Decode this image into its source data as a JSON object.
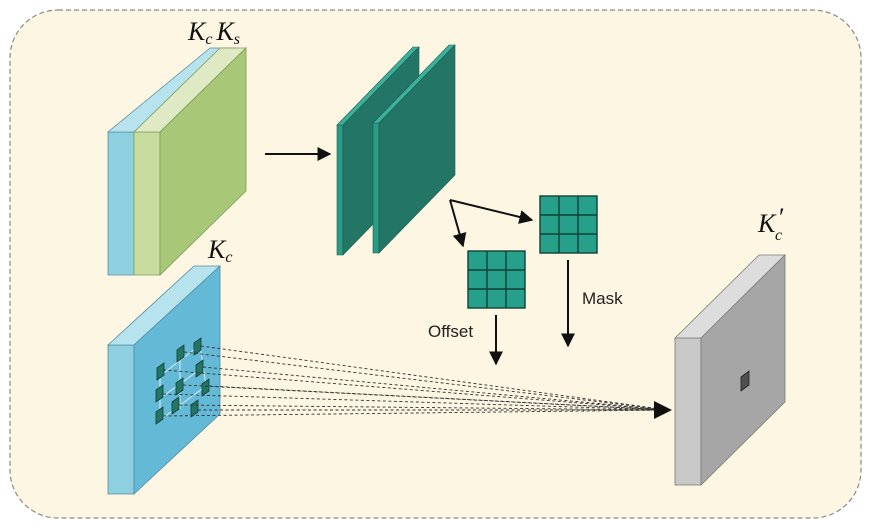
{
  "labels": {
    "top_stack": {
      "main": "K",
      "sub_c": "c",
      "main2": "K",
      "sub_s": "s"
    },
    "bottom_block": {
      "main": "K",
      "sub": "c"
    },
    "output": {
      "main": "K",
      "prime": "′",
      "sub": "c"
    },
    "mask": "Mask",
    "offset": "Offset"
  },
  "colors": {
    "background": "#fdf6e3",
    "border": "#8a8a8a",
    "kc_front": "#8ecfe0",
    "kc_face": "#63b9d6",
    "ks_front": "#c8dca0",
    "ks_face": "#a8c777",
    "conv_front": "#2b9a86",
    "conv_face": "#237565",
    "grid_fill": "#26a08a",
    "grid_line": "#0f3f36",
    "output_front": "#c8c8c8",
    "output_face": "#a6a6a6",
    "output_top": "#dddddd",
    "arrow": "#111111"
  },
  "icons": [
    "arrow-icon",
    "dashed-projection-lines"
  ]
}
